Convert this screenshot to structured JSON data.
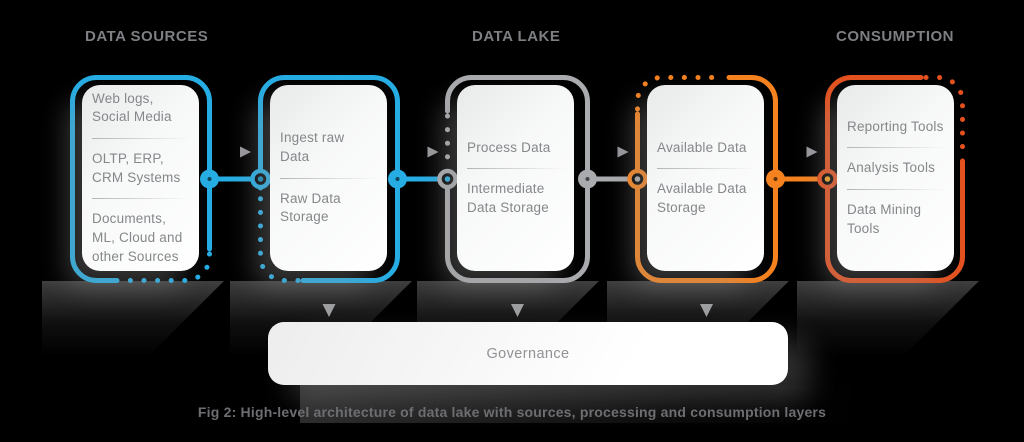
{
  "sections": [
    {
      "label": "DATA SOURCES"
    },
    {
      "label": "DATA LAKE"
    },
    {
      "label": "CONSUMPTION"
    }
  ],
  "boxes": [
    {
      "name": "data-sources",
      "items": [
        "Web logs, Social Media",
        "OLTP, ERP, CRM Systems",
        "Documents, ML, Cloud and other Sources"
      ]
    },
    {
      "name": "ingest",
      "items": [
        "Ingest raw Data",
        "Raw Data Storage"
      ]
    },
    {
      "name": "process",
      "items": [
        "Process Data",
        "Intermediate Data Storage"
      ]
    },
    {
      "name": "available",
      "items": [
        "Available Data",
        "Available Data Storage"
      ]
    },
    {
      "name": "consumption-tools",
      "items": [
        "Reporting Tools",
        "Analysis Tools",
        "Data Mining Tools"
      ]
    }
  ],
  "governance": {
    "label": "Governance"
  },
  "caption": "Fig 2: High-level architecture of data lake with sources, processing and consumption layers",
  "colors": {
    "blue": "#26ADE4",
    "gray": "#A9ABAE",
    "orange": "#F5821F",
    "deep_orange": "#E4511F",
    "heading_text": "#7D7F82",
    "body_text": "#85878A",
    "arrow_gray": "#96989B",
    "background": "#000000"
  }
}
